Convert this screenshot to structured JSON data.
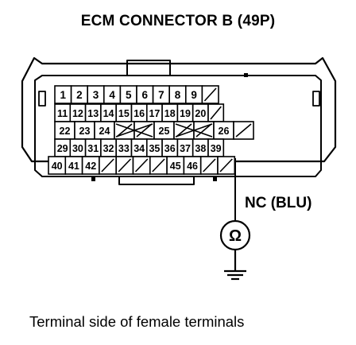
{
  "title": "ECM CONNECTOR B (49P)",
  "wire_label": "NC (BLU)",
  "meter_symbol": "Ω",
  "caption": "Terminal side of female terminals",
  "connector": {
    "rows": [
      [
        "1",
        "2",
        "3",
        "4",
        "5",
        "6",
        "7",
        "8",
        "9",
        ""
      ],
      [
        "11",
        "12",
        "13",
        "14",
        "15",
        "16",
        "17",
        "18",
        "19",
        "20",
        ""
      ],
      [
        "22",
        "23",
        "24",
        "",
        "",
        "25",
        "",
        "",
        "26",
        ""
      ],
      [
        "29",
        "30",
        "31",
        "32",
        "33",
        "34",
        "35",
        "36",
        "37",
        "38",
        "39"
      ],
      [
        "40",
        "41",
        "42",
        "",
        "",
        "",
        "",
        "45",
        "46",
        "",
        ""
      ]
    ],
    "probed_terminal": "38"
  },
  "icons": [
    "ohmmeter-icon",
    "ground-icon"
  ]
}
